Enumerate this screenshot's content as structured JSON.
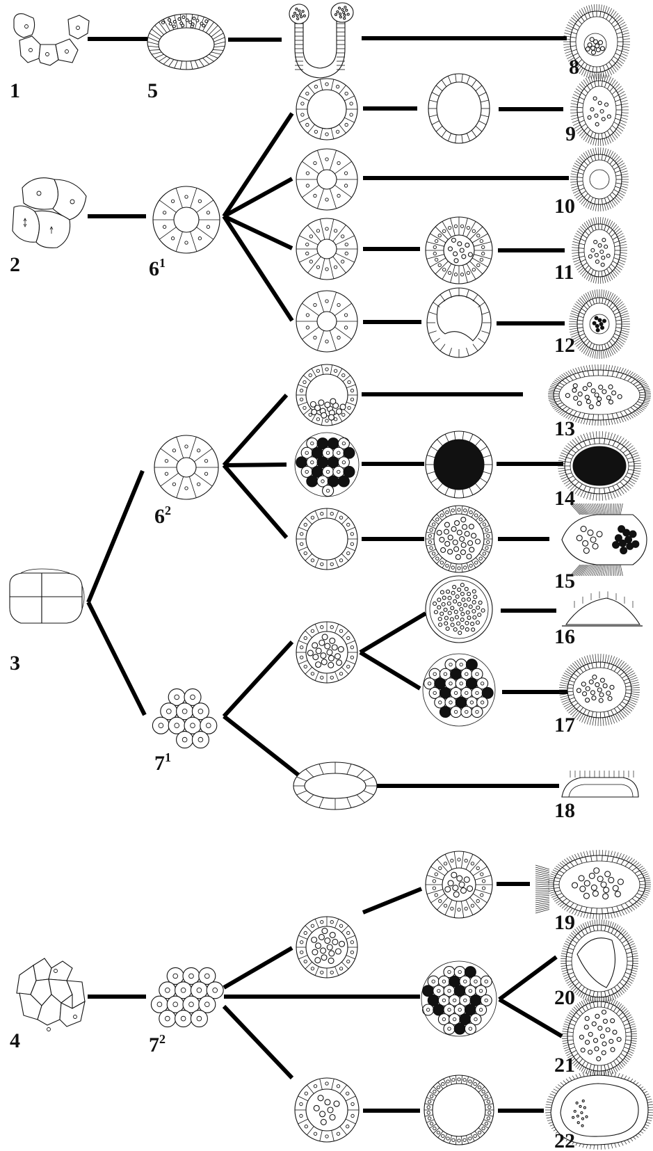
{
  "figure": {
    "labels": {
      "n1": "1",
      "n2": "2",
      "n3": "3",
      "n4": "4",
      "n5": "5",
      "n6a": "6",
      "n6a_sup": "1",
      "n6b": "6",
      "n6b_sup": "2",
      "n7a": "7",
      "n7a_sup": "1",
      "n7b": "7",
      "n7b_sup": "2",
      "n8": "8",
      "n9": "9",
      "n10": "10",
      "n11": "11",
      "n12": "12",
      "n13": "13",
      "n14": "14",
      "n15": "15",
      "n16": "16",
      "n17": "17",
      "n18": "18",
      "n19": "19",
      "n20": "20",
      "n21": "21",
      "n22": "22"
    }
  }
}
